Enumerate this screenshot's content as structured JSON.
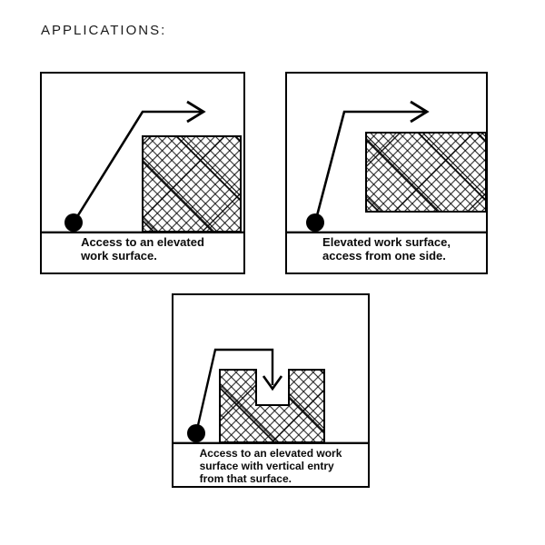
{
  "title": "APPLICATIONS:",
  "colors": {
    "ink": "#000000",
    "paper": "#ffffff"
  },
  "panels": [
    {
      "caption": "Access to an elevated work surface.",
      "caption_lines": [
        "Access to an elevated",
        "work surface."
      ]
    },
    {
      "caption": "Elevated work surface, access from one side.",
      "caption_lines": [
        "Elevated work surface,",
        "access from one side."
      ]
    },
    {
      "caption": "Access to an elevated work surface with vertical entry from that surface.",
      "caption_lines": [
        "Access to an elevated work",
        "surface with vertical entry",
        "from that surface."
      ]
    }
  ]
}
